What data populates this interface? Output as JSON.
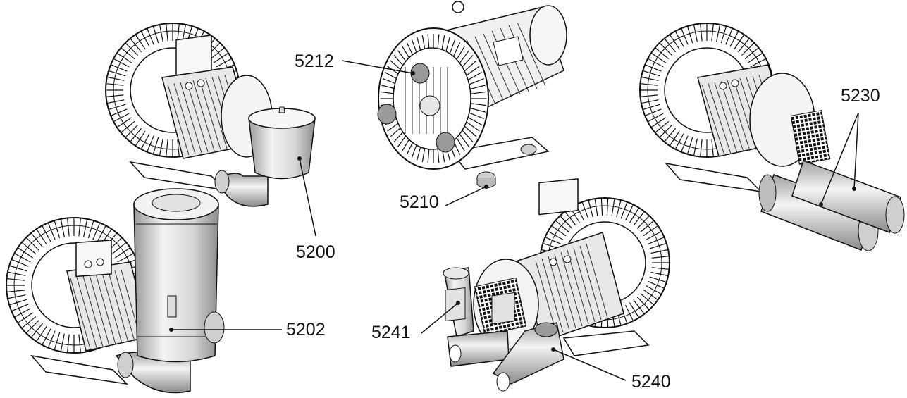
{
  "diagram": {
    "callouts": {
      "c5200": "5200",
      "c5202": "5202",
      "c5210": "5210",
      "c5212": "5212",
      "c5230": "5230",
      "c5240": "5240",
      "c5241": "5241"
    },
    "colors": {
      "line": "#111111",
      "body": "#f2f2f2",
      "shade": "#bdbdbd",
      "dark": "#5a5a5a"
    }
  }
}
